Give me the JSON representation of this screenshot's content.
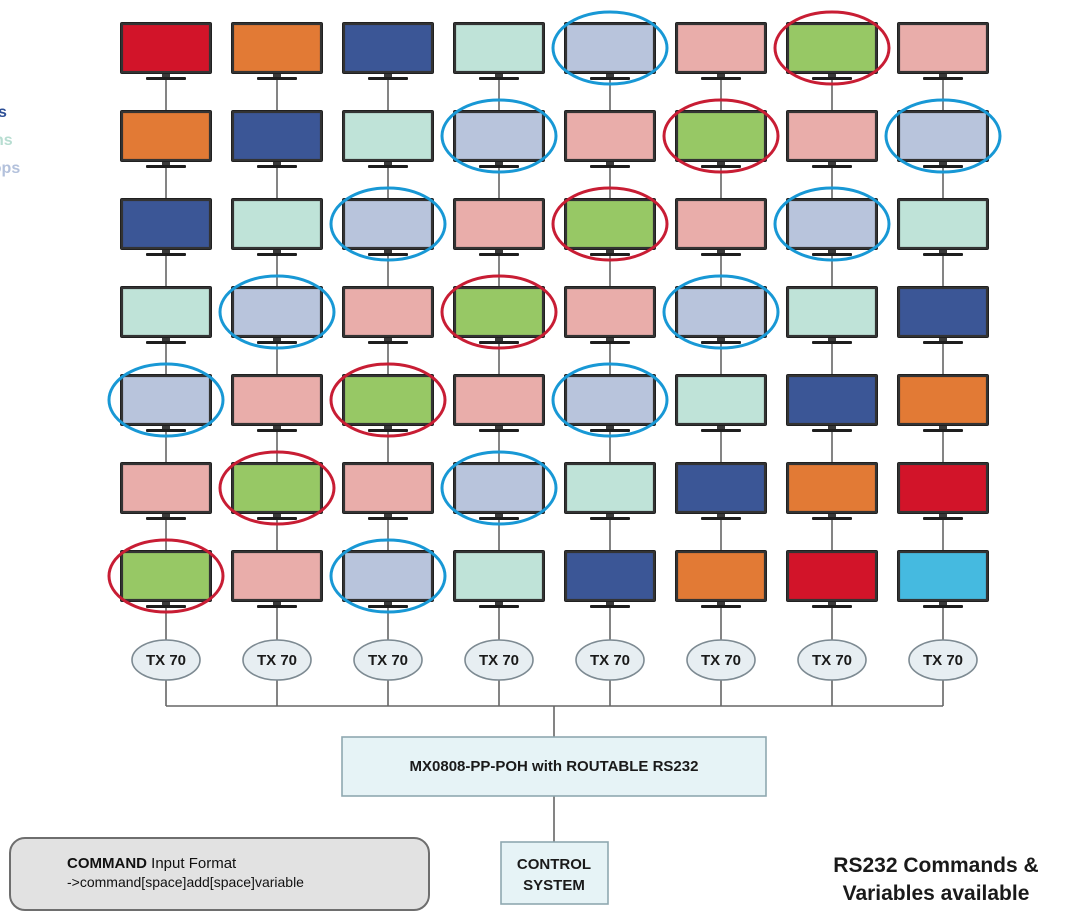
{
  "legend": [
    {
      "text": "s",
      "color": "#2d4f96"
    },
    {
      "text": "ns",
      "color": "#b7ddd1"
    },
    {
      "text": "hops",
      "color": "#b3c1dc"
    }
  ],
  "colors": {
    "red": "#d21429",
    "orange": "#e27a35",
    "navy": "#3b5696",
    "mint": "#bfe3d8",
    "lavender": "#b8c4dc",
    "pink": "#e9adaa",
    "green": "#97c865",
    "cyan": "#45bae0",
    "highlight_blue": "#1898d5",
    "highlight_red": "#c81d34"
  },
  "grid": [
    [
      "red",
      "orange",
      "navy",
      "mint",
      "lavender",
      "pink",
      "green",
      "pink"
    ],
    [
      "orange",
      "navy",
      "mint",
      "lavender",
      "pink",
      "green",
      "pink",
      "lavender"
    ],
    [
      "navy",
      "mint",
      "lavender",
      "pink",
      "green",
      "pink",
      "lavender",
      "mint"
    ],
    [
      "mint",
      "lavender",
      "pink",
      "green",
      "pink",
      "lavender",
      "mint",
      "navy"
    ],
    [
      "lavender",
      "pink",
      "green",
      "pink",
      "lavender",
      "mint",
      "navy",
      "orange"
    ],
    [
      "pink",
      "green",
      "pink",
      "lavender",
      "mint",
      "navy",
      "orange",
      "red"
    ],
    [
      "green",
      "pink",
      "lavender",
      "mint",
      "navy",
      "orange",
      "red",
      "cyan"
    ]
  ],
  "highlights_blue": [
    [
      0,
      4
    ],
    [
      1,
      3
    ],
    [
      1,
      7
    ],
    [
      2,
      2
    ],
    [
      2,
      6
    ],
    [
      3,
      1
    ],
    [
      3,
      5
    ],
    [
      4,
      0
    ],
    [
      4,
      4
    ],
    [
      5,
      3
    ],
    [
      6,
      2
    ]
  ],
  "highlights_red": [
    [
      0,
      6
    ],
    [
      1,
      5
    ],
    [
      2,
      4
    ],
    [
      3,
      3
    ],
    [
      4,
      2
    ],
    [
      5,
      1
    ],
    [
      6,
      0
    ]
  ],
  "transmitters": [
    "TX 70",
    "TX 70",
    "TX 70",
    "TX 70",
    "TX 70",
    "TX 70",
    "TX 70",
    "TX 70"
  ],
  "matrix_label": "MX0808-PP-POH with ROUTABLE RS232",
  "control": {
    "line1": "CONTROL",
    "line2": "SYSTEM"
  },
  "command": {
    "title_bold": "COMMAND",
    "title_rest": " Input Format",
    "format": "->command[space]add[space]variable"
  },
  "note": {
    "line1": "RS232 Commands &",
    "line2": "Variables available"
  }
}
